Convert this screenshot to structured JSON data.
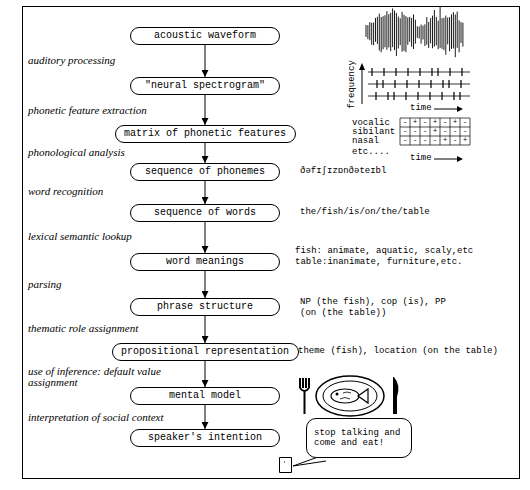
{
  "diagram": {
    "nodes": [
      {
        "text": [
          "acoustic waveform"
        ]
      },
      {
        "text": [
          "\"neural spectrogram\""
        ]
      },
      {
        "text": [
          "matrix of phonetic features"
        ]
      },
      {
        "text": [
          "sequence of phonemes"
        ]
      },
      {
        "text": [
          "sequence of words"
        ]
      },
      {
        "text": [
          "word meanings"
        ]
      },
      {
        "text": [
          "phrase structure"
        ]
      },
      {
        "text": [
          "propositional representation"
        ]
      },
      {
        "text": [
          "mental model"
        ]
      },
      {
        "text": [
          "speaker's intention"
        ]
      },
      {
        "text": [
          "stop talking and come and eat!"
        ]
      }
    ],
    "edges": [
      {
        "from": 0,
        "to": 1,
        "arrow": "to"
      },
      {
        "from": 1,
        "to": 2,
        "arrow": "to"
      },
      {
        "from": 2,
        "to": 3,
        "arrow": "to"
      },
      {
        "from": 3,
        "to": 4,
        "arrow": "to"
      },
      {
        "from": 4,
        "to": 5,
        "arrow": "to"
      },
      {
        "from": 5,
        "to": 6,
        "arrow": "to"
      },
      {
        "from": 6,
        "to": 7,
        "arrow": "to"
      },
      {
        "from": 7,
        "to": 8,
        "arrow": "to"
      },
      {
        "from": 8,
        "to": 9,
        "arrow": "to"
      }
    ],
    "labels": [
      "auditory processing",
      "phonetic feature extraction",
      "phonological analysis",
      "word recognition",
      "lexical semantic lookup",
      "parsing",
      "thematic role assignment",
      "use of inference: default value assignment",
      "interpretation of social context",
      "frequency",
      "time",
      "vocalic",
      "sibilant",
      "nasal",
      "etc....",
      "time",
      "ðəfɪʃɪzɒnðəteɪbl",
      "the/fish/is/on/the/table",
      "fish: animate, aquatic, scaly,etc",
      "table:inanimate, furniture,etc.",
      "NP (the fish), cop (is), PP (on (the table))",
      "theme (fish), location (on the table)",
      "-",
      "+",
      "-",
      "+",
      "-",
      "+",
      "-",
      "-",
      "-",
      "-",
      "+",
      "-",
      "-",
      "-",
      "-",
      "-",
      "-",
      "-",
      "+",
      "-",
      "+"
    ]
  }
}
